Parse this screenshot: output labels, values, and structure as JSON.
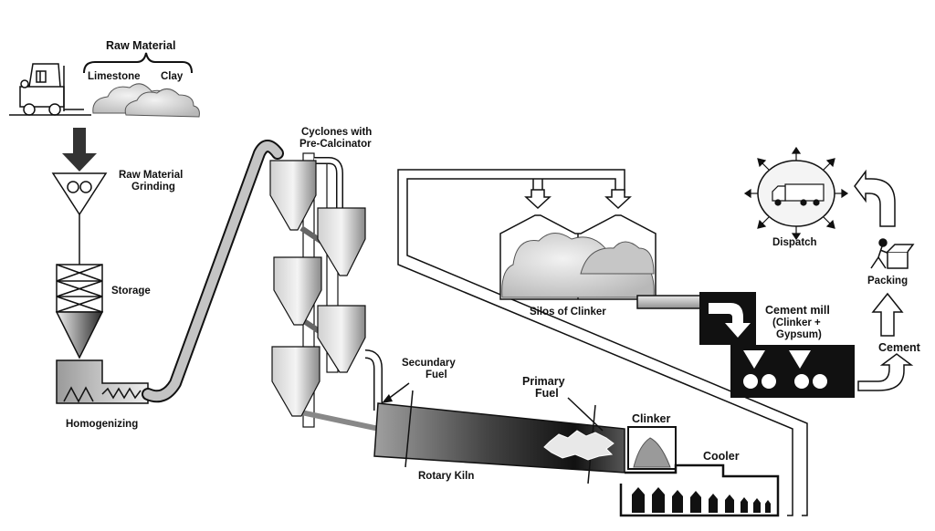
{
  "labels": {
    "raw_material": "Raw Material",
    "limestone": "Limestone",
    "clay": "Clay",
    "raw_material_grinding_1": "Raw Material",
    "raw_material_grinding_2": "Grinding",
    "storage": "Storage",
    "homogenizing": "Homogenizing",
    "cyclones_1": "Cyclones with",
    "cyclones_2": "Pre-Calcinator",
    "silos_of_clinker": "Silos of Clinker",
    "secundary_fuel_1": "Secundary",
    "secundary_fuel_2": "Fuel",
    "primary_fuel_1": "Primary",
    "primary_fuel_2": "Fuel",
    "rotary_kiln": "Rotary Kiln",
    "clinker": "Clinker",
    "cooler": "Cooler",
    "cement_mill_1": "Cement mill",
    "cement_mill_2": "(Clinker +",
    "cement_mill_3": "Gypsum)",
    "dispatch": "Dispatch",
    "packing": "Packing",
    "cement": "Cement"
  },
  "colors": {
    "line": "#111111",
    "dark_fill": "#111111",
    "mid_grey": "#8a8a8a",
    "light_grey": "#d8d8d8",
    "pipe_grey": "#bdbdbd"
  },
  "icons": [
    "forklift-icon",
    "worker-packing-icon",
    "truck-icon",
    "arrow-down-icon",
    "curved-arrow-icon",
    "up-arrow-icon"
  ]
}
